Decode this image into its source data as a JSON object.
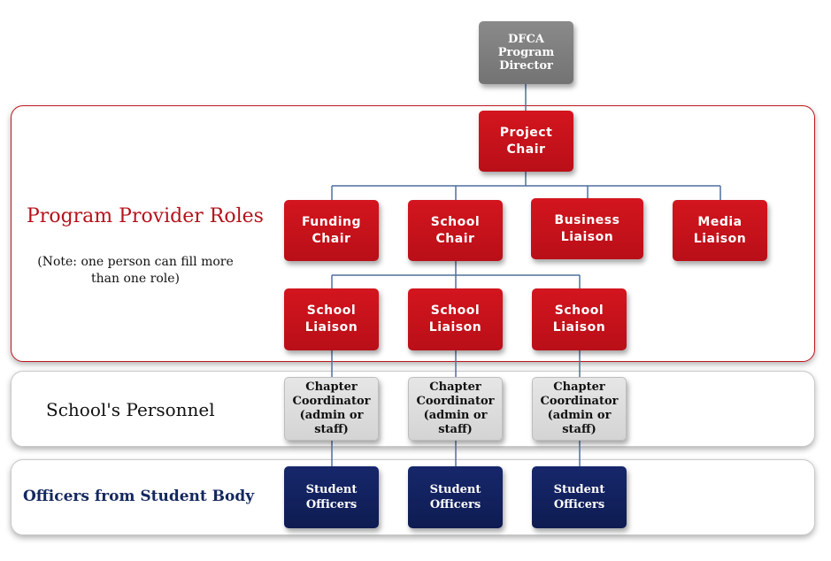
{
  "colors": {
    "provider_red": "#c0161e",
    "director_gray": "#7d7d7d",
    "coordinator_gray": "#dddddd",
    "officer_navy": "#13225f",
    "connector_blue": "#4f6f9e"
  },
  "labels": {
    "provider": "Program Provider Roles",
    "note": "(Note: one person can fill more than one role)",
    "personnel": "School's  Personnel",
    "officers": "Officers from Student Body"
  },
  "nodes": {
    "director": "DFCA\nProgram\nDirector",
    "project_chair": "Project\nChair",
    "funding_chair": "Funding\nChair",
    "school_chair": "School\nChair",
    "business_liaison": "Business\nLiaison",
    "media_liaison": "Media\nLiaison",
    "school_liaison_1": "School\nLiaison",
    "school_liaison_2": "School\nLiaison",
    "school_liaison_3": "School\nLiaison",
    "coordinator_1": "Chapter\nCoordinator\n(admin or\nstaff)",
    "coordinator_2": "Chapter\nCoordinator\n(admin or\nstaff)",
    "coordinator_3": "Chapter\nCoordinator\n(admin or\nstaff)",
    "officers_1": "Student\nOfficers",
    "officers_2": "Student\nOfficers",
    "officers_3": "Student\nOfficers"
  },
  "edges": [
    [
      "director",
      "project_chair"
    ],
    [
      "project_chair",
      "funding_chair"
    ],
    [
      "project_chair",
      "school_chair"
    ],
    [
      "project_chair",
      "business_liaison"
    ],
    [
      "project_chair",
      "media_liaison"
    ],
    [
      "school_chair",
      "school_liaison_1"
    ],
    [
      "school_chair",
      "school_liaison_2"
    ],
    [
      "school_chair",
      "school_liaison_3"
    ],
    [
      "school_liaison_1",
      "coordinator_1"
    ],
    [
      "school_liaison_2",
      "coordinator_2"
    ],
    [
      "school_liaison_3",
      "coordinator_3"
    ],
    [
      "coordinator_1",
      "officers_1"
    ],
    [
      "coordinator_2",
      "officers_2"
    ],
    [
      "coordinator_3",
      "officers_3"
    ]
  ]
}
